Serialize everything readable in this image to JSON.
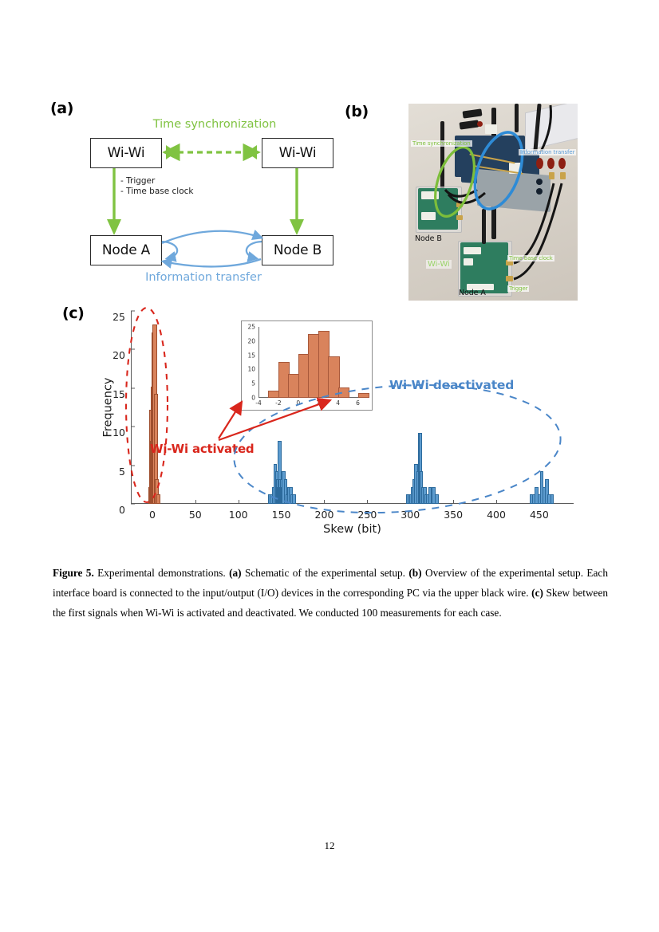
{
  "page": {
    "number": "12"
  },
  "panel_a": {
    "tag": "(a)",
    "timesync_label": "Time synchronization",
    "info_label": "Information transfer",
    "trigger_label": "- Trigger\n- Time base clock",
    "boxes": [
      {
        "id": "wiwi-a",
        "label": "Wi-Wi"
      },
      {
        "id": "wiwi-b",
        "label": "Wi-Wi"
      },
      {
        "id": "node-a",
        "label": "Node A"
      },
      {
        "id": "node-b",
        "label": "Node B"
      }
    ],
    "colors": {
      "green": "#80C342",
      "blue": "#6FA8DC"
    }
  },
  "panel_b": {
    "tag": "(b)",
    "labels": {
      "timesync": "Time synchronization",
      "info": "Information transfer",
      "node_b": "Node B",
      "node_a": "Node A",
      "wiwi": "Wi-Wi",
      "time_base_clock": "Time base clock",
      "trigger": "Trigger"
    },
    "colors": {
      "green": "#7DBE3A",
      "blue": "#5B9BD5"
    }
  },
  "panel_c": {
    "tag": "(c)",
    "annotation_activated": "Wi-Wi activated",
    "annotation_deactivated": "Wi-Wi deactivated",
    "colors": {
      "red": "#D9261C",
      "blue": "#4A86C8",
      "bar_red": "#D9835C",
      "bar_blue": "#5C9BCE"
    }
  },
  "chart_data": [
    {
      "type": "bar",
      "title": "",
      "xlabel": "Skew (bit)",
      "ylabel": "Frequency",
      "xlim": [
        -25,
        490
      ],
      "ylim": [
        0,
        25
      ],
      "xticks": [
        0,
        50,
        100,
        150,
        200,
        250,
        300,
        350,
        400,
        450
      ],
      "yticks": [
        0,
        5,
        10,
        15,
        20,
        25
      ],
      "grid": false,
      "legend": null,
      "series": [
        {
          "name": "Wi-Wi activated",
          "color": "#D9835C",
          "x": [
            -3,
            -2,
            -1,
            0,
            1,
            2,
            3,
            4,
            6
          ],
          "values": [
            2,
            12,
            8,
            15,
            22,
            23,
            14,
            3,
            1
          ]
        },
        {
          "name": "Wi-Wi deactivated",
          "color": "#5C9BCE",
          "x": [
            136,
            138,
            140,
            142,
            144,
            145,
            146,
            147,
            148,
            149,
            150,
            151,
            152,
            154,
            156,
            158,
            160,
            162,
            164,
            296,
            298,
            300,
            302,
            304,
            306,
            308,
            310,
            311,
            312,
            314,
            316,
            318,
            320,
            322,
            326,
            330,
            440,
            443,
            446,
            449,
            452,
            455,
            458,
            461,
            464
          ],
          "values": [
            1,
            1,
            2,
            5,
            4,
            3,
            2,
            8,
            3,
            2,
            3,
            2,
            4,
            3,
            1,
            2,
            2,
            1,
            1,
            1,
            1,
            1,
            2,
            3,
            5,
            4,
            9,
            9,
            4,
            2,
            2,
            1,
            1,
            2,
            2,
            1,
            1,
            1,
            2,
            1,
            4,
            2,
            3,
            1,
            1
          ]
        }
      ]
    },
    {
      "type": "bar",
      "title": "",
      "inset": true,
      "xlabel": "",
      "ylabel": "",
      "xlim": [
        -4,
        7
      ],
      "ylim": [
        0,
        25
      ],
      "xticks": [
        -4,
        -2,
        0,
        2,
        4,
        6
      ],
      "yticks": [
        0,
        5,
        10,
        15,
        20,
        25
      ],
      "grid": false,
      "categories": [
        "-3",
        "-2",
        "-1",
        "0",
        "1",
        "2",
        "3",
        "4",
        "5",
        "6"
      ],
      "values": [
        2,
        12,
        8,
        15,
        22,
        23,
        14,
        3,
        0,
        1
      ],
      "color": "#D9835C"
    }
  ],
  "caption": {
    "figure_label": "Figure 5.",
    "text": " Experimental demonstrations. ",
    "a_label": "(a)",
    "a_text": " Schematic of the experimental setup. ",
    "b_label": "(b)",
    "b_text": " Overview of the experimental setup. Each interface board is connected to the input/output (I/O) devices in the corresponding PC via the upper black wire. ",
    "c_label": "(c)",
    "c_text": " Skew between the first signals when Wi-Wi is activated and deactivated. We conducted 100 measurements for each case."
  }
}
